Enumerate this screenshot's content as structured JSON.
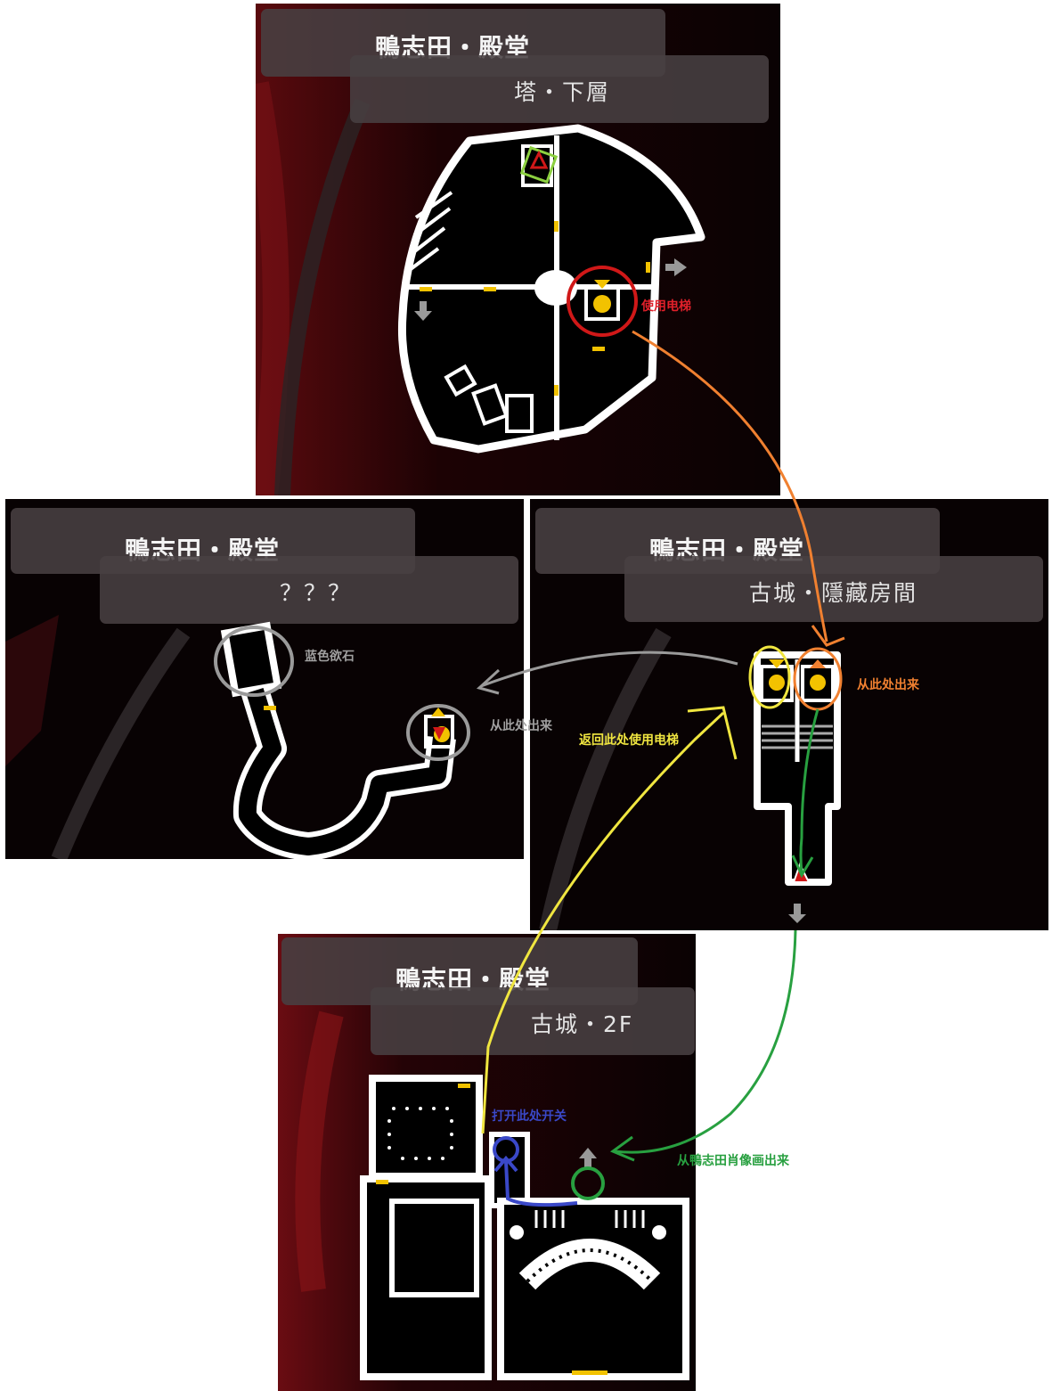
{
  "panels": {
    "tower": {
      "area": "鴨志田・殿堂",
      "floor": "塔・下層"
    },
    "unknown": {
      "area": "鴨志田・殿堂",
      "floor": "？？？"
    },
    "hidden": {
      "area": "鴨志田・殿堂",
      "floor": "古城・隱藏房間"
    },
    "castle2f": {
      "area": "鴨志田・殿堂",
      "floor": "古城・2F"
    }
  },
  "annotations": {
    "use_elevator": {
      "text": "使用电梯",
      "color": "#e0202a"
    },
    "blue_stone": {
      "text": "蓝色欲石",
      "color": "#a0a0a0"
    },
    "exit_unknown": {
      "text": "从此处出来",
      "color": "#a0a0a0"
    },
    "return_elevator": {
      "text": "返回此处使用电梯",
      "color": "#f0e640"
    },
    "exit_hidden": {
      "text": "从此处出来",
      "color": "#f08030"
    },
    "open_switch": {
      "text": "打开此处开关",
      "color": "#3a48c8"
    },
    "exit_portrait": {
      "text": "从鴨志田肖像画出来",
      "color": "#28a040"
    }
  },
  "colors": {
    "accent_yellow": "#f2c200",
    "accent_red": "#d01818",
    "map_wall": "#ffffff",
    "map_floor": "#000000"
  }
}
